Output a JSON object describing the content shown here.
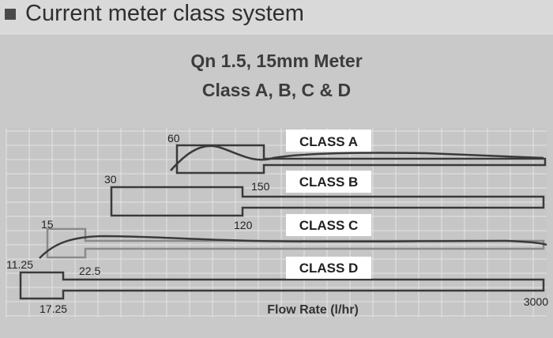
{
  "header": {
    "title": "Current meter class system"
  },
  "chart_data": {
    "type": "line",
    "title": [
      "Qn 1.5, 15mm Meter",
      "Class A, B, C & D"
    ],
    "xlabel": "Flow Rate (l/hr)",
    "ylabel": "",
    "grid": true,
    "classes": [
      {
        "label": "CLASS A",
        "min_flow": 60,
        "transition_flow": 150,
        "max_flow": 3000,
        "flow_labels": [
          "60",
          "150"
        ]
      },
      {
        "label": "CLASS B",
        "min_flow": 30,
        "transition_flow": 120,
        "max_flow": 3000,
        "flow_labels": [
          "30",
          "120"
        ]
      },
      {
        "label": "CLASS C",
        "min_flow": 15,
        "transition_flow": 22.5,
        "max_flow": 3000,
        "flow_labels": [
          "15",
          "22.5"
        ]
      },
      {
        "label": "CLASS D",
        "min_flow": 11.25,
        "transition_flow": 17.25,
        "max_flow": 3000,
        "flow_labels": [
          "11.25",
          "17.25"
        ]
      }
    ],
    "x_end_label": "3000",
    "colors": {
      "envelope": "#3a3a3a",
      "envelope_c": "#8a8a8a",
      "curve": "#3a3a3a",
      "grid": "#e4e4e4",
      "plot_bg": "#c8c8c8"
    }
  }
}
